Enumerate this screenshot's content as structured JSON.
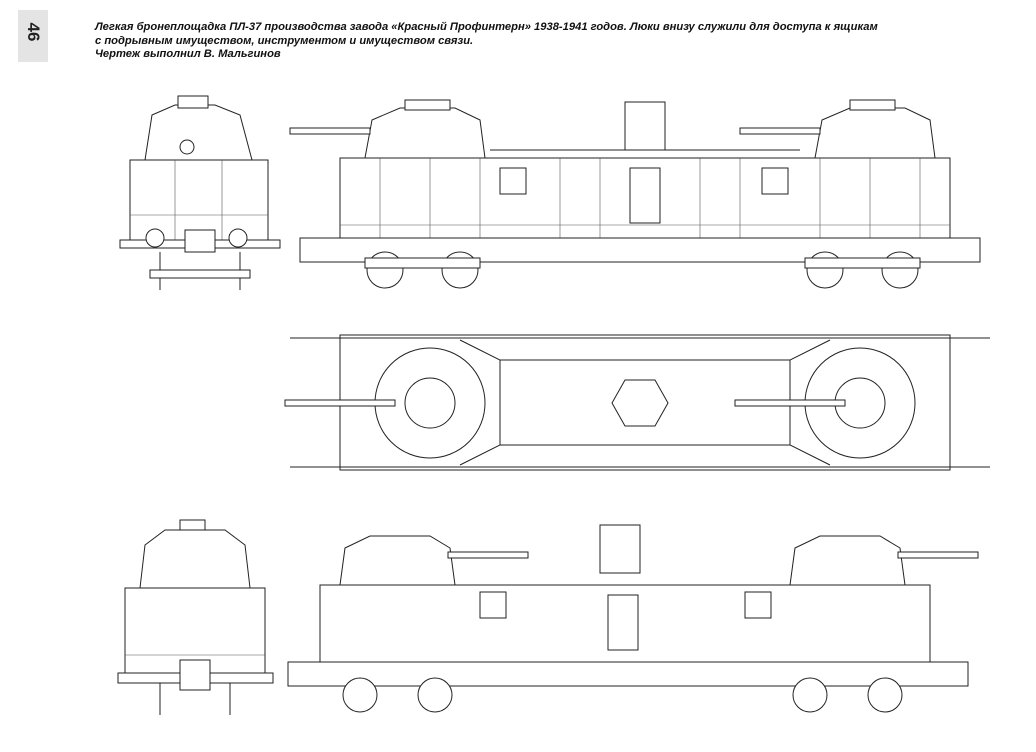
{
  "page_number": "46",
  "caption": {
    "line1": "Легкая бронеплощадка ПЛ-37 производства завода «Красный Профинтерн» 1938-1941 годов. Люки внизу служили для доступа к ящикам",
    "line2": "с подрывным имуществом, инструментом и имуществом связи.",
    "line3": "Чертеж выполнил В. Мальгинов"
  }
}
